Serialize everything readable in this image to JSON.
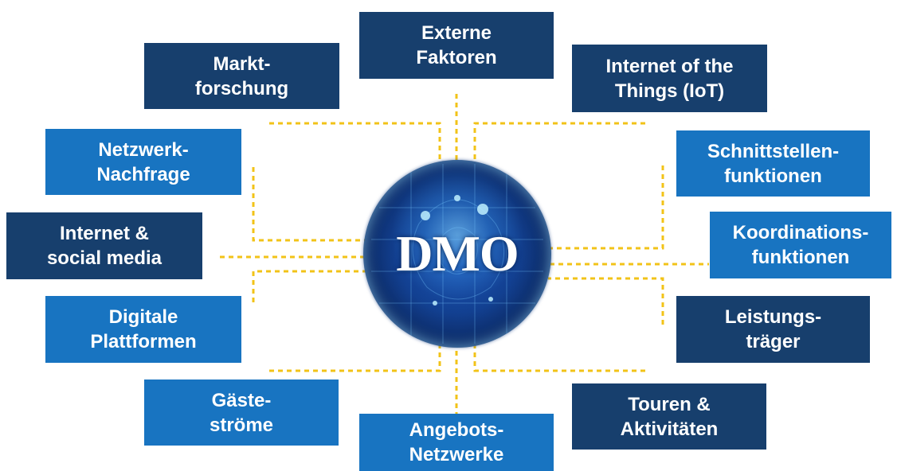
{
  "center": {
    "label": "DMO"
  },
  "nodes": [
    {
      "id": "externe-faktoren",
      "lines": [
        "Externe",
        "Faktoren"
      ],
      "color": "#173f6d"
    },
    {
      "id": "marktforschung",
      "lines": [
        "Markt-",
        "forschung"
      ],
      "color": "#173f6d"
    },
    {
      "id": "internet-of-things",
      "lines": [
        "Internet of the",
        "Things (IoT)"
      ],
      "color": "#173f6d"
    },
    {
      "id": "netzwerk-nachfrage",
      "lines": [
        "Netzwerk-",
        "Nachfrage"
      ],
      "color": "#1874c1"
    },
    {
      "id": "schnittstellenfunktionen",
      "lines": [
        "Schnittstellen-",
        "funktionen"
      ],
      "color": "#1874c1"
    },
    {
      "id": "internet-social-media",
      "lines": [
        "Internet &",
        "social media"
      ],
      "color": "#173f6d"
    },
    {
      "id": "koordinationsfunktionen",
      "lines": [
        "Koordinations-",
        "funktionen"
      ],
      "color": "#1874c1"
    },
    {
      "id": "digitale-plattformen",
      "lines": [
        "Digitale",
        "Plattformen"
      ],
      "color": "#1874c1"
    },
    {
      "id": "leistungstraeger",
      "lines": [
        "Leistungs-",
        "träger"
      ],
      "color": "#173f6d"
    },
    {
      "id": "gaestestroeme",
      "lines": [
        "Gäste-",
        "ströme"
      ],
      "color": "#1874c1"
    },
    {
      "id": "touren-aktivitaeten",
      "lines": [
        "Touren &",
        "Aktivitäten"
      ],
      "color": "#173f6d"
    },
    {
      "id": "angebots-netzwerke",
      "lines": [
        "Angebots-",
        "Netzwerke"
      ],
      "color": "#1874c1"
    }
  ],
  "colors": {
    "connector": "#f2c318",
    "dark_box": "#173f6d",
    "light_box": "#1874c1"
  }
}
